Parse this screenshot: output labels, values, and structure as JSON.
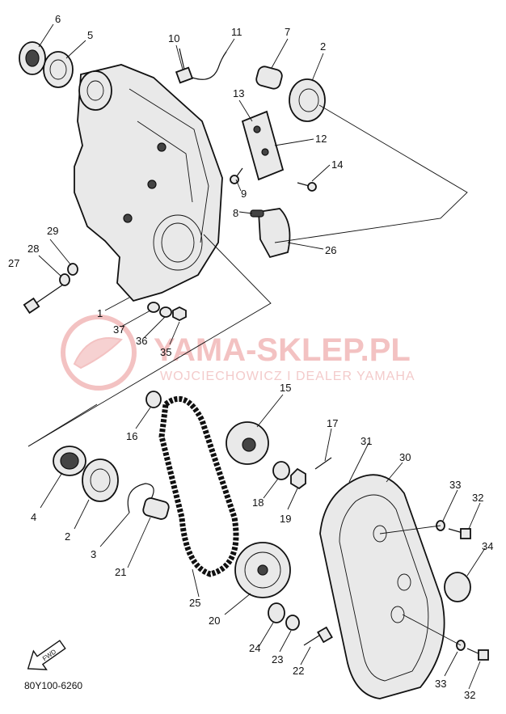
{
  "diagram": {
    "watermark": {
      "title": "YAMA-SKLEP.PL",
      "subtitle": "WOJCIECHOWICZ I DEALER YAMAHA"
    },
    "figure_code": "80Y100-6260",
    "fwd_label": "FWD",
    "callouts": [
      "1",
      "2",
      "3",
      "4",
      "5",
      "6",
      "7",
      "8",
      "9",
      "10",
      "11",
      "12",
      "13",
      "14",
      "15",
      "16",
      "17",
      "18",
      "19",
      "20",
      "21",
      "22",
      "23",
      "24",
      "25",
      "26",
      "27",
      "28",
      "29",
      "30",
      "31",
      "32",
      "33",
      "34",
      "35",
      "36",
      "37"
    ],
    "colors": {
      "line": "#111111",
      "watermark": "#f2b8b8",
      "background": "#ffffff"
    }
  }
}
